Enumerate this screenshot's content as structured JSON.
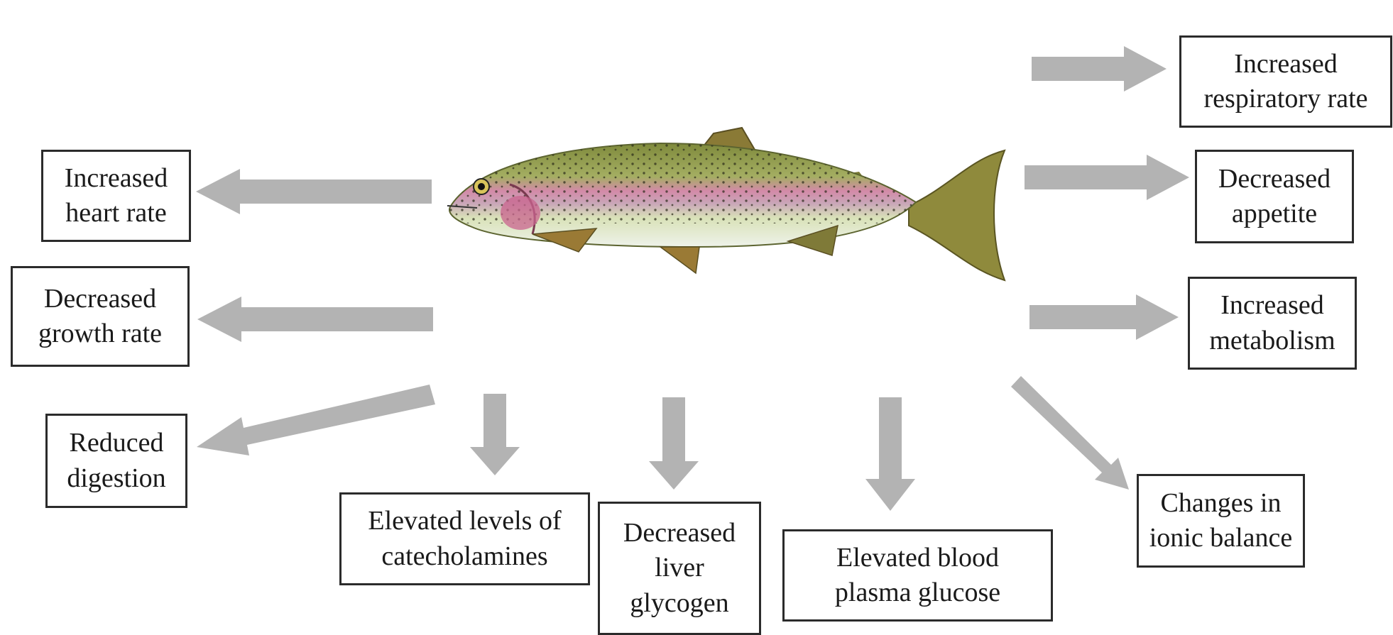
{
  "colors": {
    "arrow": "#b3b3b3",
    "box_border": "#2b2b2b",
    "text": "#1a1a1a",
    "fish_back": "#8a8f3a",
    "fish_stripe": "#d58aa6",
    "fish_belly": "#e6efe0",
    "fish_fins": "#8a7a36",
    "fish_spots": "#2a2a1a"
  },
  "center": {
    "image": "rainbow-trout-illustration",
    "icon": "fish-icon"
  },
  "effects": [
    {
      "id": "increased-heart-rate",
      "label": "Increased\nheart rate"
    },
    {
      "id": "decreased-growth-rate",
      "label": "Decreased\ngrowth rate"
    },
    {
      "id": "reduced-digestion",
      "label": "Reduced\ndigestion"
    },
    {
      "id": "elevated-catecholamines",
      "label": "Elevated levels of\ncatecholamines"
    },
    {
      "id": "decreased-liver-glycogen",
      "label": "Decreased\nliver\nglycogen"
    },
    {
      "id": "elevated-blood-plasma-glucose",
      "label": "Elevated blood\nplasma glucose"
    },
    {
      "id": "changes-in-ionic-balance",
      "label": "Changes in\nionic balance"
    },
    {
      "id": "increased-metabolism",
      "label": "Increased\nmetabolism"
    },
    {
      "id": "decreased-appetite",
      "label": "Decreased\nappetite"
    },
    {
      "id": "increased-respiratory-rate",
      "label": "Increased\nrespiratory rate"
    }
  ]
}
